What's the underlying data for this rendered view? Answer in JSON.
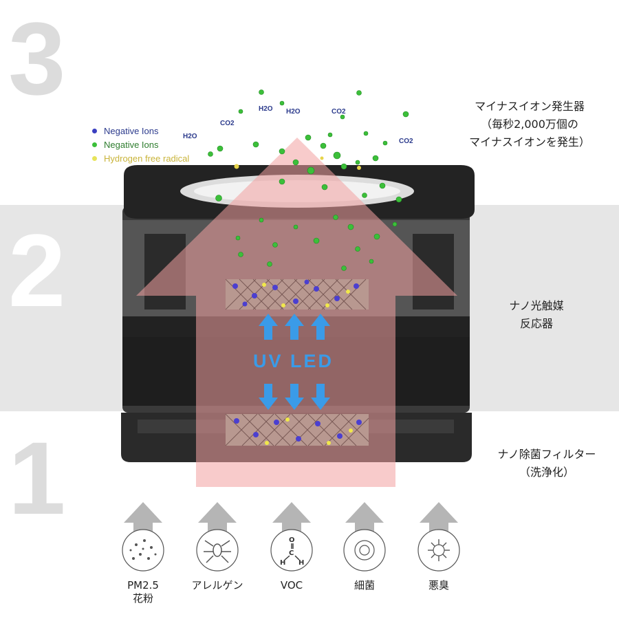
{
  "stage_numbers": [
    "3",
    "2",
    "1"
  ],
  "top_label": {
    "line1": "マイナスイオン発生器",
    "line2": "（毎秒2,000万個の",
    "line3": "マイナスイオンを発生）"
  },
  "middle_label": {
    "line1": "ナノ光触媒",
    "line2": "反応器"
  },
  "bottom_label": {
    "line1": "ナノ除菌フィルター",
    "line2": "（洗浄化）"
  },
  "legend": [
    {
      "label": "Negative Ions",
      "color": "#3a3fc0",
      "text_color": "#2b3a8c"
    },
    {
      "label": "Negative Ions",
      "color": "#3cbf3a",
      "text_color": "#2e7d2e"
    },
    {
      "label": "Hydrogen free radical",
      "color": "#e7e45a",
      "text_color": "#c9b43a"
    }
  ],
  "molecules": [
    "H2O",
    "CO2",
    "H2O",
    "H2O",
    "CO2",
    "CO2"
  ],
  "uv_label": "UV LED",
  "pollutants": [
    {
      "icon": "particles-icon",
      "label_line1": "PM2.5",
      "label_line2": "花粉"
    },
    {
      "icon": "allergen-icon",
      "label_line1": "アレルゲン",
      "label_line2": ""
    },
    {
      "icon": "formaldehyde-icon",
      "label_line1": "VOC",
      "label_line2": ""
    },
    {
      "icon": "bacteria-icon",
      "label_line1": "細菌",
      "label_line2": ""
    },
    {
      "icon": "odor-icon",
      "label_line1": "悪臭",
      "label_line2": ""
    }
  ],
  "colors": {
    "band": "#e6e6e6",
    "stage_number": "#dcdcdc",
    "flow_arrow": "#f2a0a0",
    "uv_arrow": "#3a9be8",
    "device_body": "#2a2a2a",
    "pollutant_arrow": "#b5b5b5"
  }
}
